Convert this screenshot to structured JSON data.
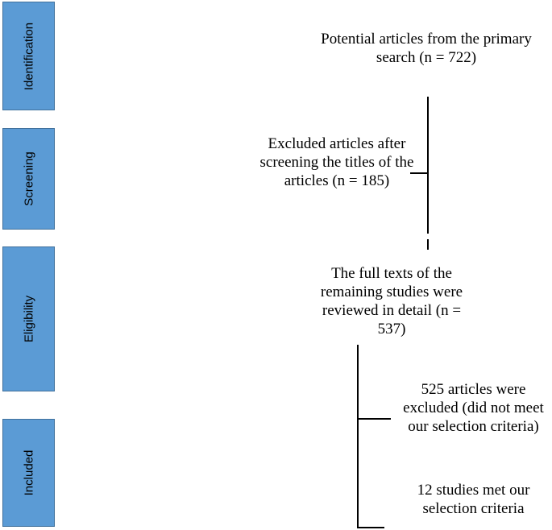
{
  "phases": {
    "identification": "Identification",
    "screening": "Screening",
    "eligibility": "Eligibility",
    "included": "Included"
  },
  "boxes": {
    "primary": "Potential articles from the primary search (n = 722)",
    "excluded_titles": "Excluded articles after screening the titles of the articles (n = 185)",
    "full_texts": "The full texts of the remaining studies were reviewed in detail (n = 537)",
    "excluded_criteria": "525 articles were excluded (did not meet our selection criteria)",
    "included_studies": "12 studies met our selection criteria"
  }
}
